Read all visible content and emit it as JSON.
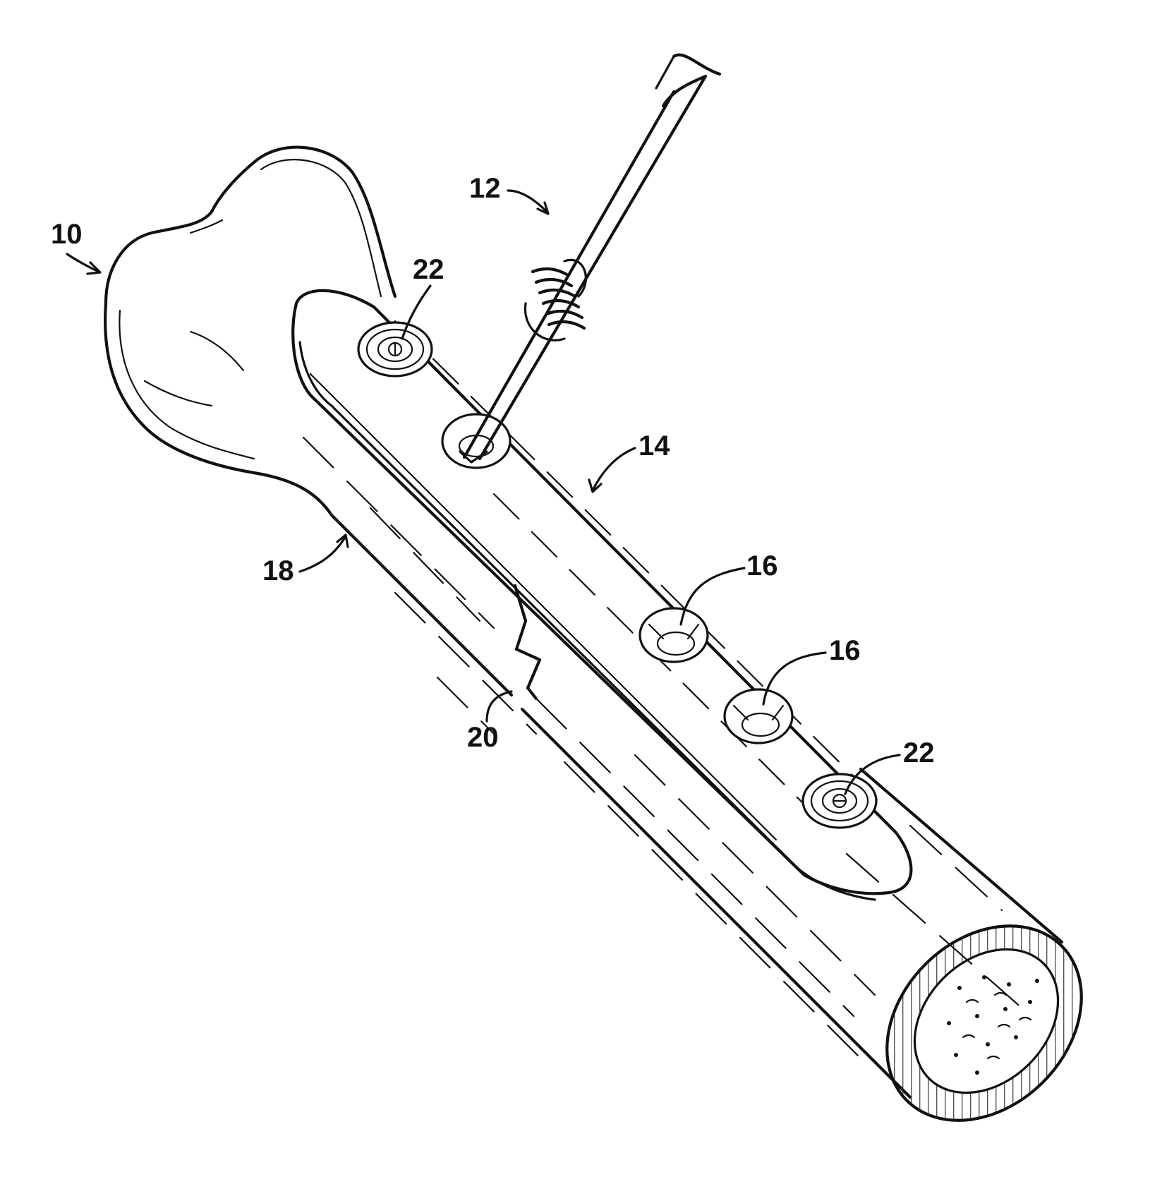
{
  "figure": {
    "labels": {
      "bone_assembly": "10",
      "tool": "12",
      "plate": "14",
      "hole_a": "16",
      "hole_b": "16",
      "bone_shaft": "18",
      "fracture": "20",
      "screw_top": "22",
      "screw_bottom": "22"
    }
  }
}
